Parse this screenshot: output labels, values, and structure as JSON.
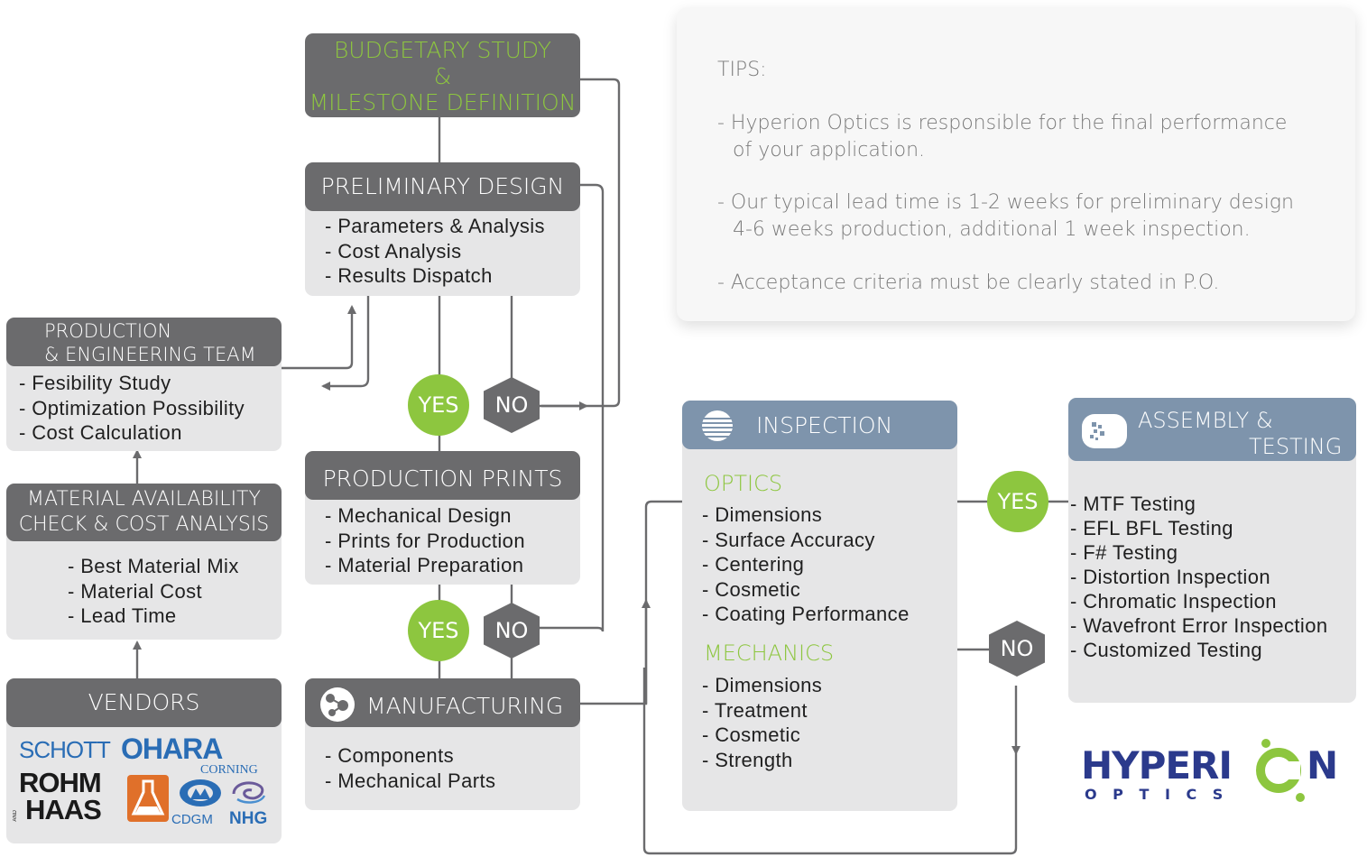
{
  "budget": {
    "line1": "BUDGETARY STUDY",
    "line2": "&",
    "line3": "MILESTONE DEFINITION"
  },
  "preliminary": {
    "title": "PRELIMINARY DESIGN",
    "items": [
      "- Parameters & Analysis",
      "- Cost Analysis",
      "- Results Dispatch"
    ]
  },
  "team": {
    "line1": "PRODUCTION",
    "line2": "& ENGINEERING TEAM",
    "items": [
      "- Fesibility Study",
      "- Optimization Possibility",
      "- Cost Calculation"
    ]
  },
  "material": {
    "line1": "MATERIAL AVAILABILITY",
    "line2": "CHECK & COST ANALYSIS",
    "items": [
      "- Best Material Mix",
      "- Material Cost",
      "- Lead Time"
    ]
  },
  "vendors": {
    "title": "VENDORS",
    "logos": {
      "schott": "SCHOTT",
      "ohara": "OHARA",
      "corning": "CORNING",
      "rohm": "ROHM",
      "and": "AND",
      "haas": "HAAS",
      "cdgm": "CDGM",
      "nhg": "NHG"
    }
  },
  "prints": {
    "title": "PRODUCTION PRINTS",
    "items": [
      "- Mechanical Design",
      "- Prints for Production",
      "- Material Preparation"
    ]
  },
  "manufacturing": {
    "title": "MANUFACTURING",
    "items": [
      "- Components",
      "- Mechanical Parts"
    ]
  },
  "decisions": {
    "yes": "YES",
    "no": "NO"
  },
  "inspection": {
    "title": "INSPECTION",
    "optics_label": "OPTICS",
    "optics_items": [
      "- Dimensions",
      "- Surface Accuracy",
      "- Centering",
      "- Cosmetic",
      "- Coating Performance"
    ],
    "mechanics_label": "MECHANICS",
    "mechanics_items": [
      "- Dimensions",
      "- Treatment",
      "- Cosmetic",
      "- Strength"
    ]
  },
  "assembly": {
    "line1": "ASSEMBLY &",
    "line2": "TESTING",
    "items": [
      "- MTF Testing",
      "- EFL BFL Testing",
      "- F# Testing",
      "- Distortion Inspection",
      "- Chromatic Inspection",
      "- Wavefront Error Inspection",
      "- Customized Testing"
    ]
  },
  "tips": {
    "title": "TIPS:",
    "t1a": "- Hyperion Optics is responsible for the final performance",
    "t1b": "of your application.",
    "t2a": "- Our typical lead time is 1-2 weeks for preliminary design",
    "t2b": "4-6 weeks production, additional 1 week inspection.",
    "t3": "- Acceptance criteria must be clearly stated in P.O."
  },
  "brand": {
    "name_left": "HYPERI",
    "name_right": "N",
    "tagline": "O P T I C S"
  },
  "colors": {
    "accent": "#8dc63f",
    "header_gray": "#6b6b6d",
    "card_gray": "#e6e6e7",
    "header_blue": "#7e94ac",
    "line": "#6b6b6d"
  }
}
